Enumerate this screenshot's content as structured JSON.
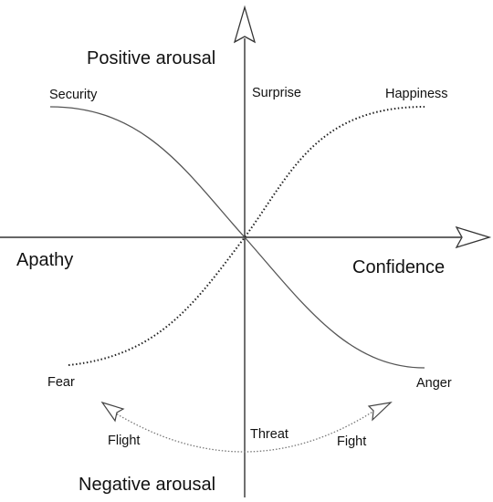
{
  "axes": {
    "top": "Positive arousal",
    "bottom": "Negative arousal",
    "left": "Apathy",
    "right": "Confidence"
  },
  "emotions": {
    "top_left": "Security",
    "top_center": "Surprise",
    "top_right": "Happiness",
    "bottom_left": "Fear",
    "bottom_right": "Anger",
    "threat": "Threat",
    "flight": "Flight",
    "fight": "Fight"
  },
  "colors": {
    "axis": "#333333",
    "solid_curve": "#555555",
    "dotted_curve": "#222222",
    "threat_arc": "#777777",
    "text": "#111111"
  }
}
